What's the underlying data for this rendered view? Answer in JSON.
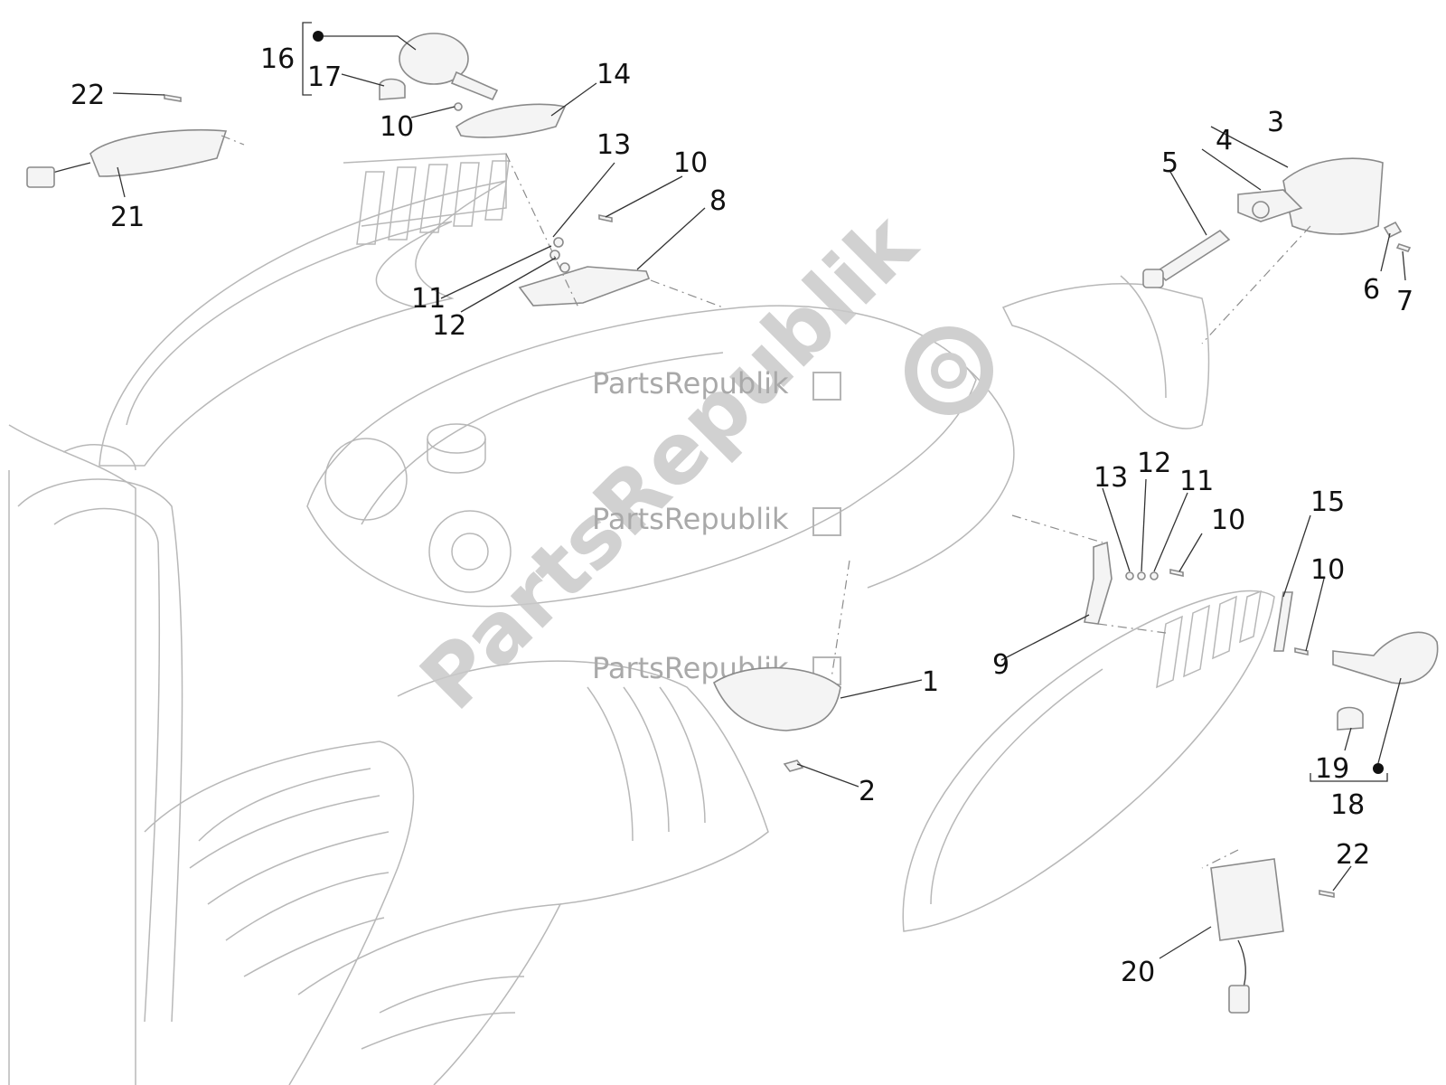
{
  "watermark": {
    "brand": "PartsRepublik",
    "big_text": "PartsRepublik"
  },
  "parts": [
    {
      "id": "p1",
      "text": "1"
    },
    {
      "id": "p2",
      "text": "2"
    },
    {
      "id": "p3",
      "text": "3"
    },
    {
      "id": "p4",
      "text": "4"
    },
    {
      "id": "p5",
      "text": "5"
    },
    {
      "id": "p6",
      "text": "6"
    },
    {
      "id": "p7",
      "text": "7"
    },
    {
      "id": "p8",
      "text": "8"
    },
    {
      "id": "p9",
      "text": "9"
    },
    {
      "id": "p10a",
      "text": "10"
    },
    {
      "id": "p10b",
      "text": "10"
    },
    {
      "id": "p10c",
      "text": "10"
    },
    {
      "id": "p10d",
      "text": "10"
    },
    {
      "id": "p11a",
      "text": "11"
    },
    {
      "id": "p11b",
      "text": "11"
    },
    {
      "id": "p12a",
      "text": "12"
    },
    {
      "id": "p12b",
      "text": "12"
    },
    {
      "id": "p13a",
      "text": "13"
    },
    {
      "id": "p13b",
      "text": "13"
    },
    {
      "id": "p14",
      "text": "14"
    },
    {
      "id": "p15",
      "text": "15"
    },
    {
      "id": "p16",
      "text": "16"
    },
    {
      "id": "p17",
      "text": "17"
    },
    {
      "id": "p18",
      "text": "18"
    },
    {
      "id": "p19",
      "text": "19"
    },
    {
      "id": "p20",
      "text": "20"
    },
    {
      "id": "p21",
      "text": "21"
    },
    {
      "id": "p22a",
      "text": "22"
    },
    {
      "id": "p22b",
      "text": "22"
    }
  ],
  "colors": {
    "label": "#111111",
    "outline": "#b8b8b8",
    "watermark": "#a9a9a9"
  }
}
